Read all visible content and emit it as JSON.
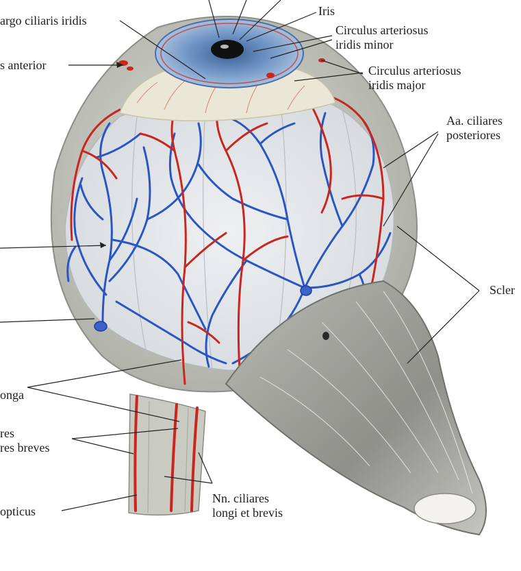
{
  "labels": {
    "margo": "argo ciliaris iridis",
    "anterior": "s anterior",
    "iris": "Iris",
    "minor_1": "Circulus arteriosus",
    "minor_2": "iridis minor",
    "major_1": "Circulus arteriosus",
    "major_2": "iridis major",
    "aa_1": "Aa. ciliares",
    "aa_2": "posteriores",
    "sclera": "Scler",
    "longa": "onga",
    "res": "res",
    "res_breves": "res breves",
    "nn_1": "Nn. ciliares",
    "nn_2": "longi et brevis",
    "opticus": "opticus"
  },
  "colors": {
    "artery": "#c8261f",
    "vein": "#2a55c4",
    "sclera": "#cfd0c8",
    "sclera_dark": "#8d8f88",
    "iris": "#6a8dbf",
    "cornea": "#e9e6d6",
    "leader": "#222222"
  }
}
